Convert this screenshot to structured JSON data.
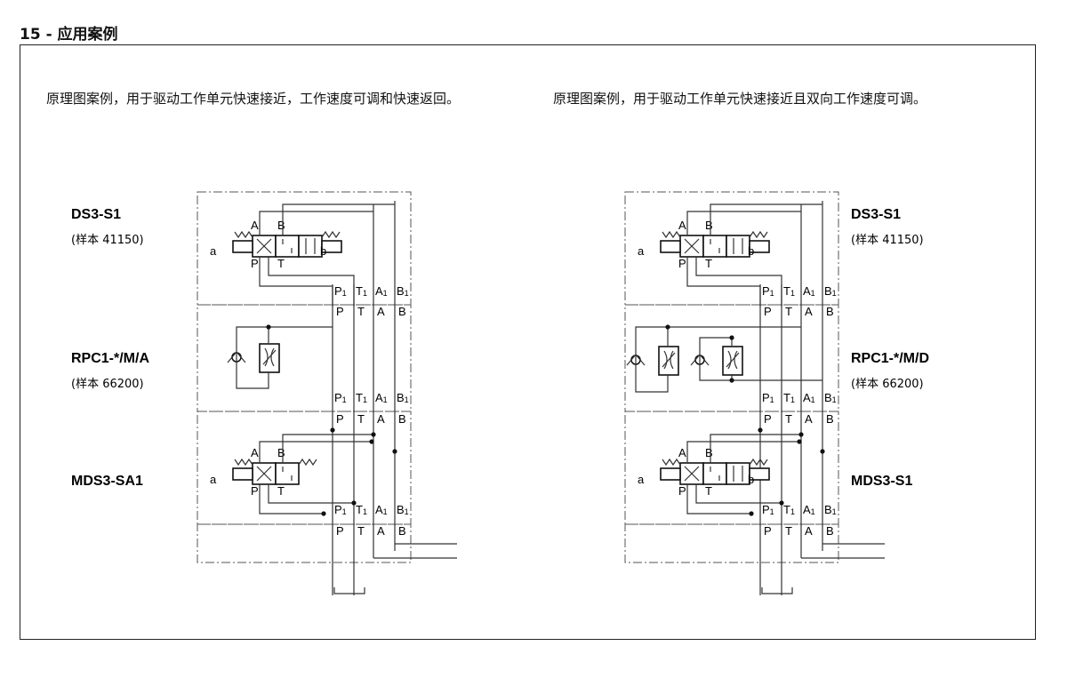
{
  "page": {
    "heading": "15 - 应用案例"
  },
  "left": {
    "caption": "原理图案例，用于驱动工作单元快速接近，工作速度可调和快速返回。",
    "blocks": [
      {
        "name": "DS3-S1",
        "sample": "(样本 41150)"
      },
      {
        "name": "RPC1-*/M/A",
        "sample": "(样本 66200)"
      },
      {
        "name": "MDS3-SA1",
        "sample": ""
      }
    ]
  },
  "right": {
    "caption": "原理图案例，用于驱动工作单元快速接近且双向工作速度可调。",
    "blocks": [
      {
        "name": "DS3-S1",
        "sample": "(样本 41150)"
      },
      {
        "name": "RPC1-*/M/D",
        "sample": "(样本 66200)"
      },
      {
        "name": "MDS3-S1",
        "sample": ""
      }
    ]
  },
  "ports": {
    "top_row": [
      "P",
      "T",
      "A",
      "B"
    ],
    "sub": "1",
    "valve_A": "A",
    "valve_B": "B",
    "valve_P": "P",
    "valve_T": "T",
    "sol_a": "a",
    "sol_b": "b"
  }
}
